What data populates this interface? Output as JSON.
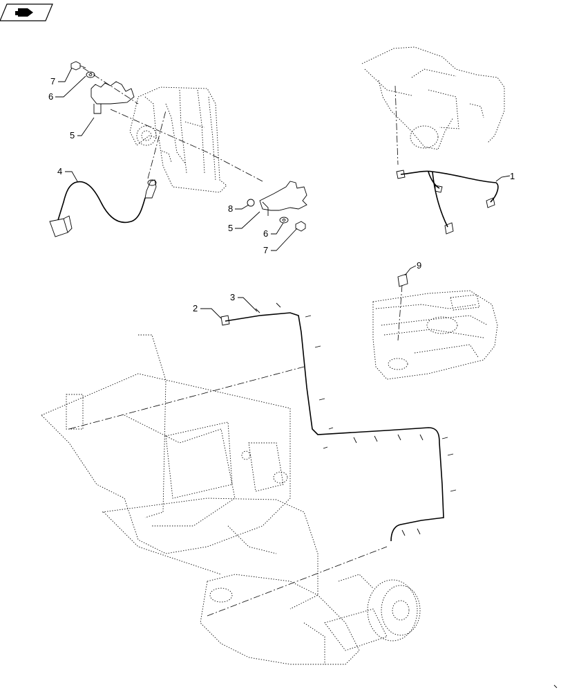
{
  "nav_icon": "forward-page-icon",
  "callouts": {
    "c1": "1",
    "c2": "2",
    "c3": "3",
    "c4": "4",
    "c5a": "5",
    "c5b": "5",
    "c6a": "6",
    "c6b": "6",
    "c7a": "7",
    "c7b": "7",
    "c8": "8",
    "c9": "9"
  }
}
